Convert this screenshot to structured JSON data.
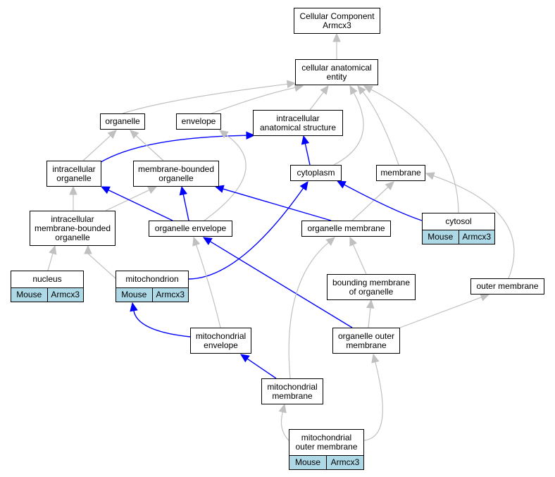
{
  "colors": {
    "is_a_edge": "#c0c0c0",
    "part_of_edge": "#0000ff",
    "annotation_cell": "#add8e6"
  },
  "nodes": {
    "cellular_component": {
      "label": "Cellular Component\nArmcx3"
    },
    "cellular_anatomical_entity": {
      "label": "cellular anatomical\nentity"
    },
    "organelle": {
      "label": "organelle"
    },
    "envelope": {
      "label": "envelope"
    },
    "intracellular_anatomical_structure": {
      "label": "intracellular\nanatomical structure"
    },
    "intracellular_organelle": {
      "label": "intracellular\norganelle"
    },
    "membrane_bounded_organelle": {
      "label": "membrane-bounded\norganelle"
    },
    "cytoplasm": {
      "label": "cytoplasm"
    },
    "membrane": {
      "label": "membrane"
    },
    "intracellular_membrane_bounded_organelle": {
      "label": "intracellular\nmembrane-bounded\norganelle"
    },
    "organelle_envelope": {
      "label": "organelle envelope"
    },
    "organelle_membrane": {
      "label": "organelle membrane"
    },
    "cytosol": {
      "label": "cytosol",
      "organism": "Mouse",
      "gene": "Armcx3"
    },
    "nucleus": {
      "label": "nucleus",
      "organism": "Mouse",
      "gene": "Armcx3"
    },
    "mitochondrion": {
      "label": "mitochondrion",
      "organism": "Mouse",
      "gene": "Armcx3"
    },
    "bounding_membrane_of_organelle": {
      "label": "bounding membrane\nof organelle"
    },
    "outer_membrane": {
      "label": "outer membrane"
    },
    "mitochondrial_envelope": {
      "label": "mitochondrial\nenvelope"
    },
    "organelle_outer_membrane": {
      "label": "organelle outer\nmembrane"
    },
    "mitochondrial_membrane": {
      "label": "mitochondrial\nmembrane"
    },
    "mitochondrial_outer_membrane": {
      "label": "mitochondrial\nouter membrane",
      "organism": "Mouse",
      "gene": "Armcx3"
    }
  },
  "edges": [
    {
      "from": "cellular_anatomical_entity",
      "to": "cellular_component",
      "type": "is_a"
    },
    {
      "from": "organelle",
      "to": "cellular_anatomical_entity",
      "type": "is_a"
    },
    {
      "from": "envelope",
      "to": "cellular_anatomical_entity",
      "type": "is_a"
    },
    {
      "from": "intracellular_anatomical_structure",
      "to": "cellular_anatomical_entity",
      "type": "is_a"
    },
    {
      "from": "cytoplasm",
      "to": "cellular_anatomical_entity",
      "type": "is_a"
    },
    {
      "from": "membrane",
      "to": "cellular_anatomical_entity",
      "type": "is_a"
    },
    {
      "from": "cytosol",
      "to": "cellular_anatomical_entity",
      "type": "is_a"
    },
    {
      "from": "intracellular_organelle",
      "to": "organelle",
      "type": "is_a"
    },
    {
      "from": "intracellular_organelle",
      "to": "intracellular_anatomical_structure",
      "type": "part_of"
    },
    {
      "from": "membrane_bounded_organelle",
      "to": "organelle",
      "type": "is_a"
    },
    {
      "from": "cytoplasm",
      "to": "intracellular_anatomical_structure",
      "type": "part_of"
    },
    {
      "from": "intracellular_membrane_bounded_organelle",
      "to": "intracellular_organelle",
      "type": "is_a"
    },
    {
      "from": "intracellular_membrane_bounded_organelle",
      "to": "membrane_bounded_organelle",
      "type": "is_a"
    },
    {
      "from": "organelle_envelope",
      "to": "intracellular_organelle",
      "type": "part_of"
    },
    {
      "from": "organelle_envelope",
      "to": "membrane_bounded_organelle",
      "type": "part_of"
    },
    {
      "from": "organelle_envelope",
      "to": "envelope",
      "type": "is_a"
    },
    {
      "from": "organelle_membrane",
      "to": "membrane_bounded_organelle",
      "type": "part_of"
    },
    {
      "from": "organelle_membrane",
      "to": "membrane",
      "type": "is_a"
    },
    {
      "from": "cytosol",
      "to": "cytoplasm",
      "type": "part_of"
    },
    {
      "from": "nucleus",
      "to": "intracellular_membrane_bounded_organelle",
      "type": "is_a"
    },
    {
      "from": "mitochondrion",
      "to": "intracellular_membrane_bounded_organelle",
      "type": "is_a"
    },
    {
      "from": "mitochondrion",
      "to": "cytoplasm",
      "type": "part_of"
    },
    {
      "from": "bounding_membrane_of_organelle",
      "to": "organelle_membrane",
      "type": "is_a"
    },
    {
      "from": "outer_membrane",
      "to": "membrane",
      "type": "is_a"
    },
    {
      "from": "mitochondrial_envelope",
      "to": "organelle_envelope",
      "type": "is_a"
    },
    {
      "from": "mitochondrial_envelope",
      "to": "mitochondrion",
      "type": "part_of"
    },
    {
      "from": "organelle_outer_membrane",
      "to": "bounding_membrane_of_organelle",
      "type": "is_a"
    },
    {
      "from": "organelle_outer_membrane",
      "to": "outer_membrane",
      "type": "is_a"
    },
    {
      "from": "organelle_outer_membrane",
      "to": "organelle_envelope",
      "type": "part_of"
    },
    {
      "from": "mitochondrial_membrane",
      "to": "mitochondrial_envelope",
      "type": "part_of"
    },
    {
      "from": "mitochondrial_membrane",
      "to": "organelle_membrane",
      "type": "is_a"
    },
    {
      "from": "mitochondrial_outer_membrane",
      "to": "mitochondrial_membrane",
      "type": "is_a"
    },
    {
      "from": "mitochondrial_outer_membrane",
      "to": "organelle_outer_membrane",
      "type": "is_a"
    }
  ]
}
